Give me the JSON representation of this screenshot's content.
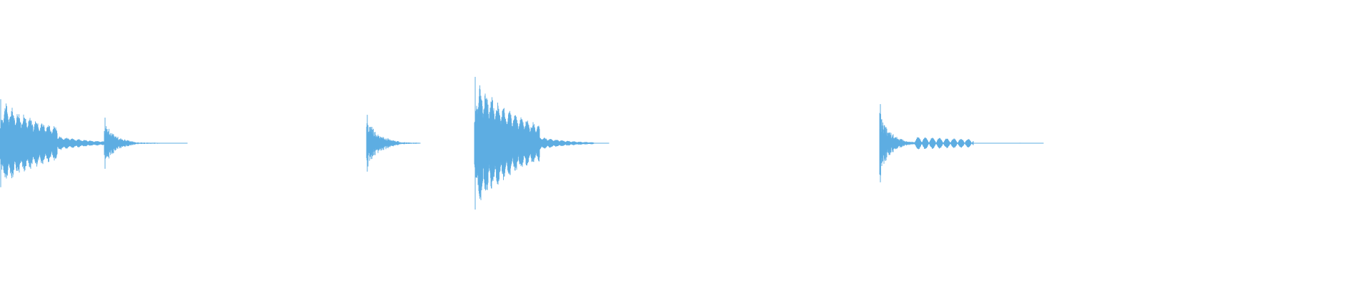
{
  "waveform": {
    "color": "#5dade2",
    "background": "#ffffff",
    "clips": [
      {
        "id": "clip-1",
        "kind": "tonal-decay",
        "peak": 0.65
      },
      {
        "id": "clip-2",
        "kind": "noisy-decay",
        "peak": 0.36
      },
      {
        "id": "clip-3",
        "kind": "noisy-decay",
        "peak": 0.4
      },
      {
        "id": "clip-4",
        "kind": "tonal-decay",
        "peak": 0.98
      },
      {
        "id": "clip-5",
        "kind": "noisy-decay",
        "peak": 0.55
      },
      {
        "id": "clip-6",
        "kind": "tonal-tail",
        "peak": 0.1
      }
    ]
  }
}
